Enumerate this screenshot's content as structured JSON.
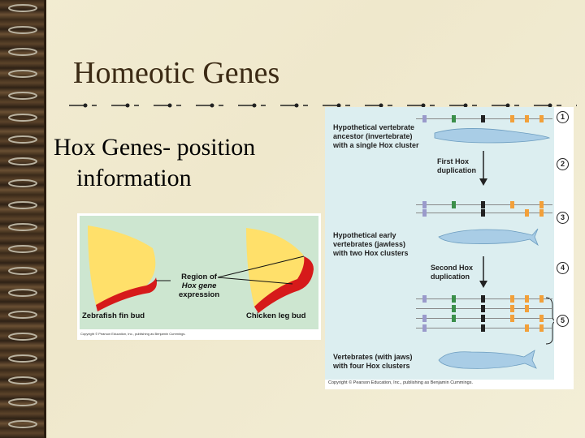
{
  "slide": {
    "title": "Homeotic Genes",
    "body_line1": "Hox Genes- position",
    "body_line2": "information"
  },
  "figure_left": {
    "label_left": "Zebrafish fin bud",
    "label_right": "Chicken leg bud",
    "region_line1": "Region of",
    "region_line2": "Hox gene",
    "region_line3": "expression",
    "copyright": "Copyright © Pearson Education, Inc., publishing as Benjamin Cummings."
  },
  "figure_right": {
    "ancestor_line1": "Hypothetical vertebrate",
    "ancestor_line2": "ancestor (invertebrate)",
    "ancestor_line3": "with a single Hox cluster",
    "dup1_line1": "First Hox",
    "dup1_line2": "duplication",
    "early_line1": "Hypothetical early",
    "early_line2": "vertebrates (jawless)",
    "early_line3": "with two Hox clusters",
    "dup2_line1": "Second Hox",
    "dup2_line2": "duplication",
    "jaws_line1": "Vertebrates (with jaws)",
    "jaws_line2": "with four Hox clusters",
    "steps": [
      "1",
      "2",
      "3",
      "4",
      "5"
    ],
    "copyright": "Copyright © Pearson Education, Inc., publishing as Benjamin Cummings."
  }
}
